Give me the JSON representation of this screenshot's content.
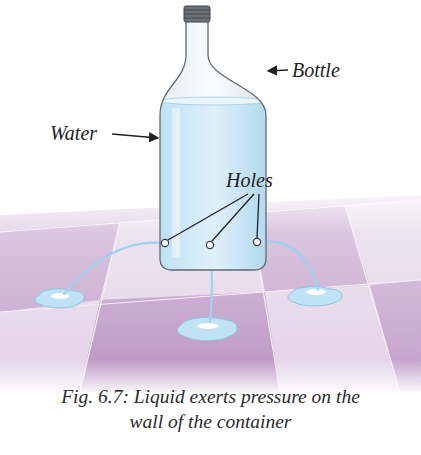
{
  "diagram": {
    "caption": "Fig. 6.7: Liquid exerts pressure on the wall of the container",
    "labels": [
      "Bottle",
      "Water",
      "Holes"
    ]
  }
}
